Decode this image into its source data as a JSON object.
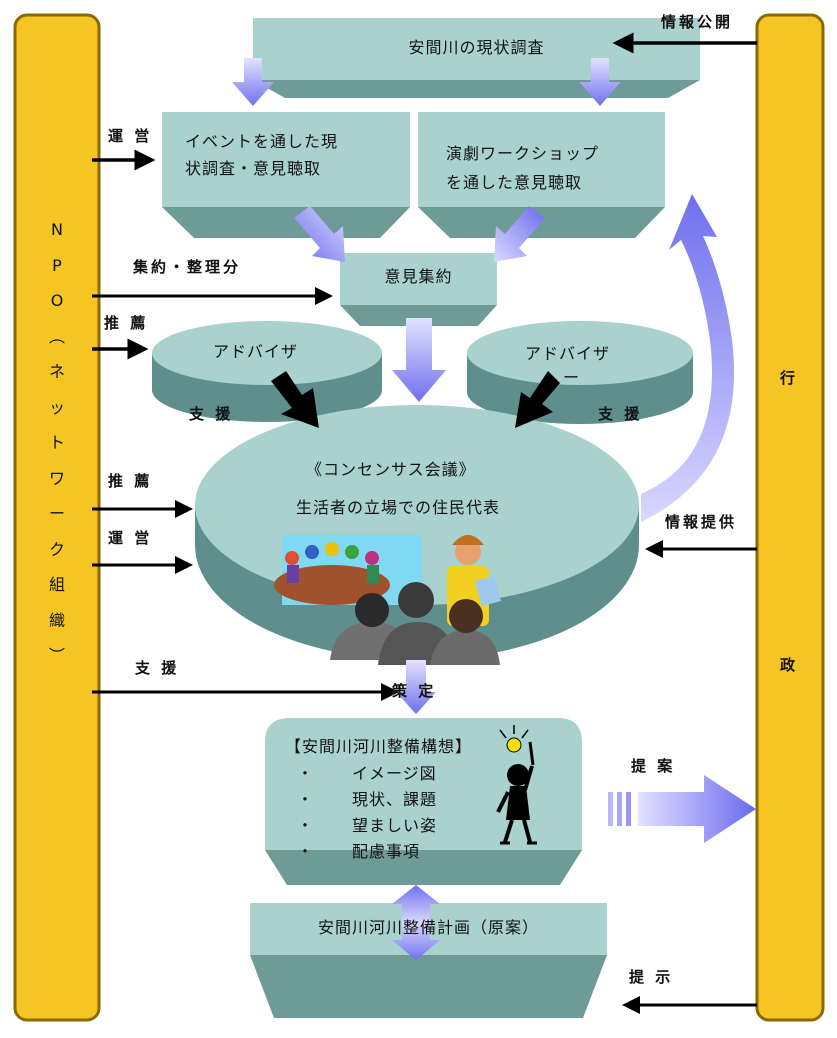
{
  "left_bar": {
    "chars": [
      "N",
      "P",
      "O",
      "︵",
      "ネ",
      "ッ",
      "ト",
      "ワ",
      "ー",
      "ク",
      "組",
      "織",
      "︶"
    ]
  },
  "right_bar": {
    "chars": [
      "行",
      "政"
    ]
  },
  "boxes": {
    "survey": "安間川の現状調査",
    "event": [
      "イベントを通した現",
      "状調査・意見聴取"
    ],
    "theater": [
      "演劇ワークショップ",
      "を通した意見聴取"
    ],
    "opinion": "意見集約",
    "plan": "安間川河川整備計画（原案）"
  },
  "advisors": {
    "left": "アドバイザ",
    "right": [
      "アドバイザ",
      "ー"
    ]
  },
  "consensus": {
    "title": "《コンセンサス会議》",
    "subtitle": "生活者の立場での住民代表"
  },
  "concept": {
    "title": "【安間川河川整備構想】",
    "bullets": [
      "・",
      "・",
      "・",
      "・"
    ],
    "items": [
      "イメージ図",
      "現状、課題",
      "望ましい姿",
      "配慮事項"
    ]
  },
  "labels": {
    "info_publish": "情報公開",
    "operate_1": "運 営",
    "collect": "集約・整理分",
    "recommend_1": "推 薦",
    "support_l": "支 援",
    "support_r": "支 援",
    "recommend_2": "推 薦",
    "operate_2": "運 営",
    "info_provide": "情報提供",
    "support_3": "支 援",
    "formulate": "策 定",
    "propose": "提 案",
    "present": "提 示"
  },
  "colors": {
    "bar_fill": "#F5C623",
    "bar_border": "#8A6A05",
    "box_top": "#A9D2CF",
    "box_dark": "#6E9A97",
    "ellipse_top": "#A9D2CF",
    "ellipse_side": "#5E8F8C",
    "arrow_blue": "#7777F0",
    "arrow_pale": "#E2E2FF"
  }
}
